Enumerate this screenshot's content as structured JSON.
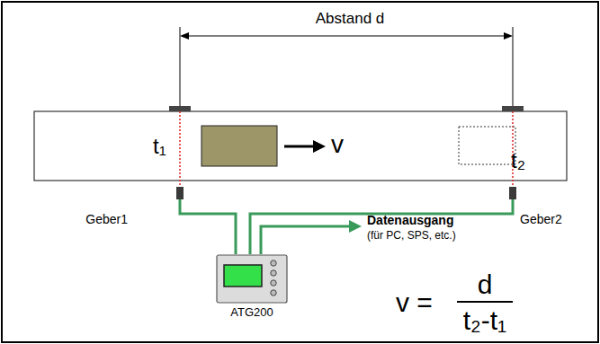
{
  "diagram": {
    "nodes": [
      {
        "text": [
          "Geber1"
        ]
      },
      {
        "text": [
          "Geber2"
        ]
      },
      {
        "text": [
          "ATG200"
        ]
      }
    ],
    "edges": [
      {
        "from": 0,
        "to": 2,
        "arrow": "none"
      },
      {
        "from": 1,
        "to": 2,
        "arrow": "none"
      }
    ],
    "labels": [
      "Abstand d",
      "v",
      "t₁",
      "t₂",
      "Datenausgang",
      "(für PC, SPS, etc.)",
      "v =",
      "d",
      "t₂-t₁"
    ]
  }
}
